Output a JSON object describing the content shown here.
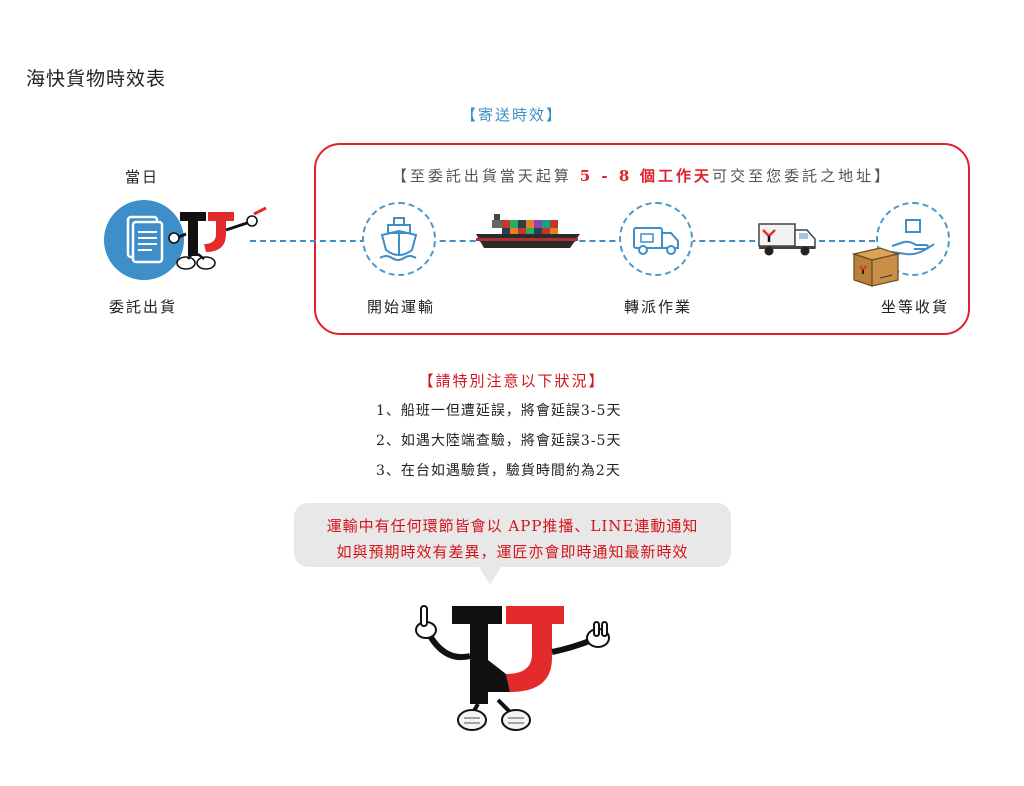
{
  "page_title": "海快貨物時效表",
  "section_title": "【寄送時效】",
  "period": {
    "prefix": "【至委託出貨當天起算",
    "days": "5 - 8",
    "unit": "個工作天",
    "suffix": "可交至您委託之地址】"
  },
  "day_label": "當日",
  "steps": {
    "consign": "委託出貨",
    "transport": "開始運輸",
    "dispatch": "轉派作業",
    "receive": "坐等收貨"
  },
  "notice": {
    "title": "【請特別注意以下狀況】",
    "items": [
      "1、船班一但遭延誤，將會延誤3-5天",
      "2、如遇大陸端查驗，將會延誤3-5天",
      "3、在台如遇驗貨，驗貨時間約為2天"
    ]
  },
  "bubble": {
    "line1": "運輸中有任何環節皆會以 APP推播、LINE連動通知",
    "line2": "如與預期時效有差異，運匠亦會即時通知最新時效"
  },
  "colors": {
    "accent_blue": "#3d8ec9",
    "alert_red": "#e0202a",
    "mascot_black": "#111111",
    "mascot_red": "#e32b2b"
  }
}
